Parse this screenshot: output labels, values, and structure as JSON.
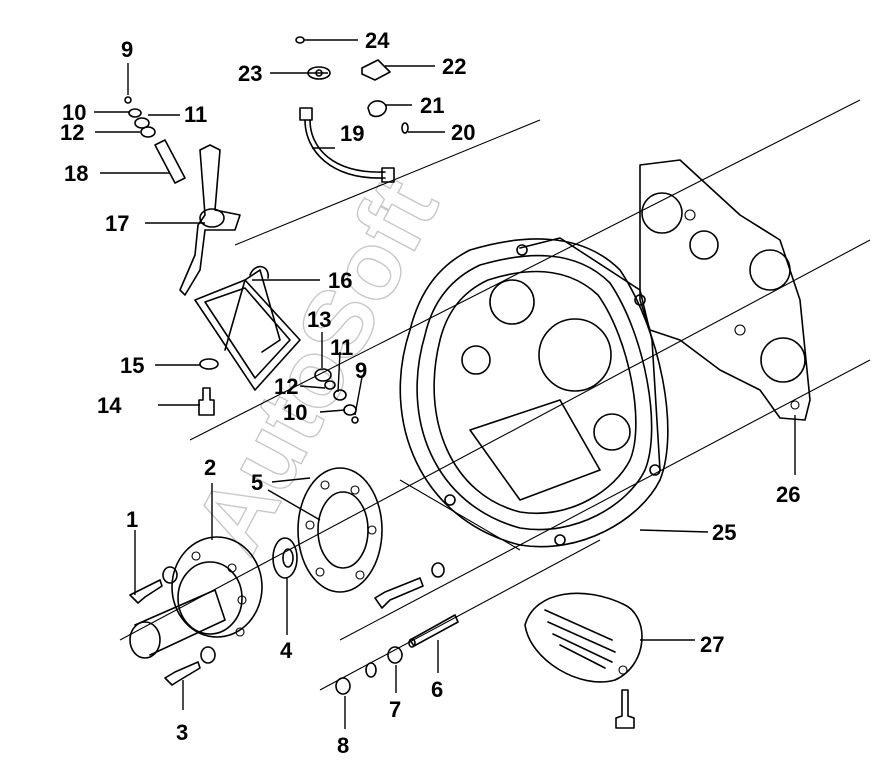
{
  "watermark": "AutoSoft",
  "callouts": [
    {
      "id": "c1",
      "label": "1"
    },
    {
      "id": "c2",
      "label": "2"
    },
    {
      "id": "c3",
      "label": "3"
    },
    {
      "id": "c4",
      "label": "4"
    },
    {
      "id": "c5",
      "label": "5"
    },
    {
      "id": "c6",
      "label": "6"
    },
    {
      "id": "c7",
      "label": "7"
    },
    {
      "id": "c8",
      "label": "8"
    },
    {
      "id": "c9a",
      "label": "9"
    },
    {
      "id": "c9b",
      "label": "9"
    },
    {
      "id": "c10a",
      "label": "10"
    },
    {
      "id": "c10b",
      "label": "10"
    },
    {
      "id": "c11a",
      "label": "11"
    },
    {
      "id": "c11b",
      "label": "11"
    },
    {
      "id": "c12a",
      "label": "12"
    },
    {
      "id": "c12b",
      "label": "12"
    },
    {
      "id": "c13",
      "label": "13"
    },
    {
      "id": "c14",
      "label": "14"
    },
    {
      "id": "c15",
      "label": "15"
    },
    {
      "id": "c16",
      "label": "16"
    },
    {
      "id": "c17",
      "label": "17"
    },
    {
      "id": "c18",
      "label": "18"
    },
    {
      "id": "c19",
      "label": "19"
    },
    {
      "id": "c20",
      "label": "20"
    },
    {
      "id": "c21",
      "label": "21"
    },
    {
      "id": "c22",
      "label": "22"
    },
    {
      "id": "c23",
      "label": "23"
    },
    {
      "id": "c24",
      "label": "24"
    },
    {
      "id": "c25",
      "label": "25"
    },
    {
      "id": "c26",
      "label": "26"
    },
    {
      "id": "c27",
      "label": "27"
    }
  ]
}
